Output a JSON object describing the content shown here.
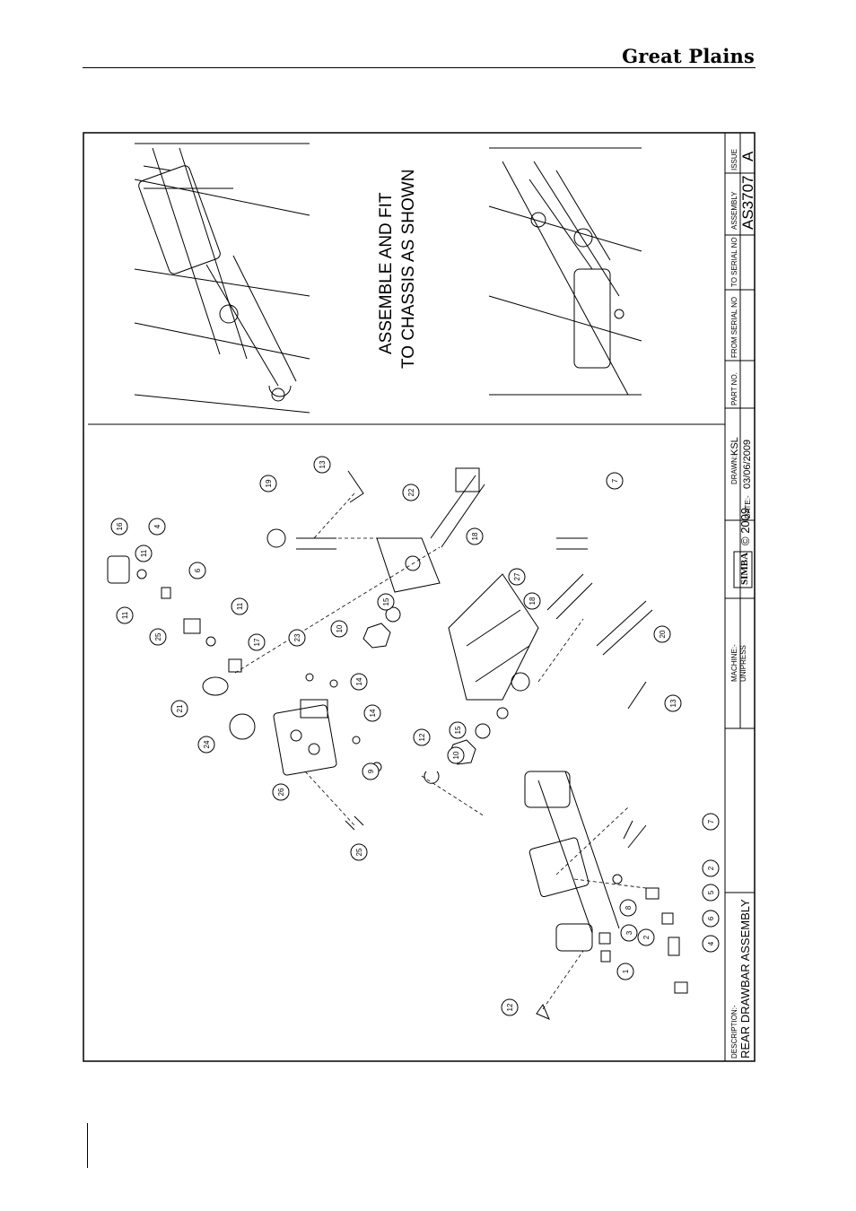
{
  "header": {
    "brand": "Great Plains"
  },
  "instruction": {
    "line1": "ASSEMBLE AND FIT",
    "line2": "TO CHASSIS AS SHOWN"
  },
  "title_block": {
    "description_label": "DESCRIPTION:-",
    "description": "REAR DRAWBAR ASSEMBLY",
    "machine_label": "MACHINE:-",
    "machine": "UNIPRESS",
    "logo_text": "SIMBA",
    "copyright": "© 2009",
    "drawn_label": "DRAWN:-",
    "drawn": "KSL",
    "date_label": "DATE:-",
    "date": "03/06/2009",
    "part_no_label": "PART NO.",
    "from_serial_label": "FROM SERIAL NO",
    "to_serial_label": "TO SERIAL NO",
    "assembly_label": "ASSEMBLY",
    "assembly": "AS3707",
    "issue_label": "ISSUE",
    "issue": "A"
  },
  "balloons": [
    "16",
    "4",
    "11",
    "6",
    "11",
    "11",
    "25",
    "17",
    "23",
    "21",
    "14",
    "24",
    "14",
    "9",
    "26",
    "25",
    "12",
    "10",
    "15",
    "10",
    "15",
    "19",
    "13",
    "22",
    "18",
    "27",
    "18",
    "20",
    "13",
    "7",
    "7",
    "2",
    "8",
    "5",
    "6",
    "3",
    "2",
    "1",
    "4",
    "12"
  ]
}
